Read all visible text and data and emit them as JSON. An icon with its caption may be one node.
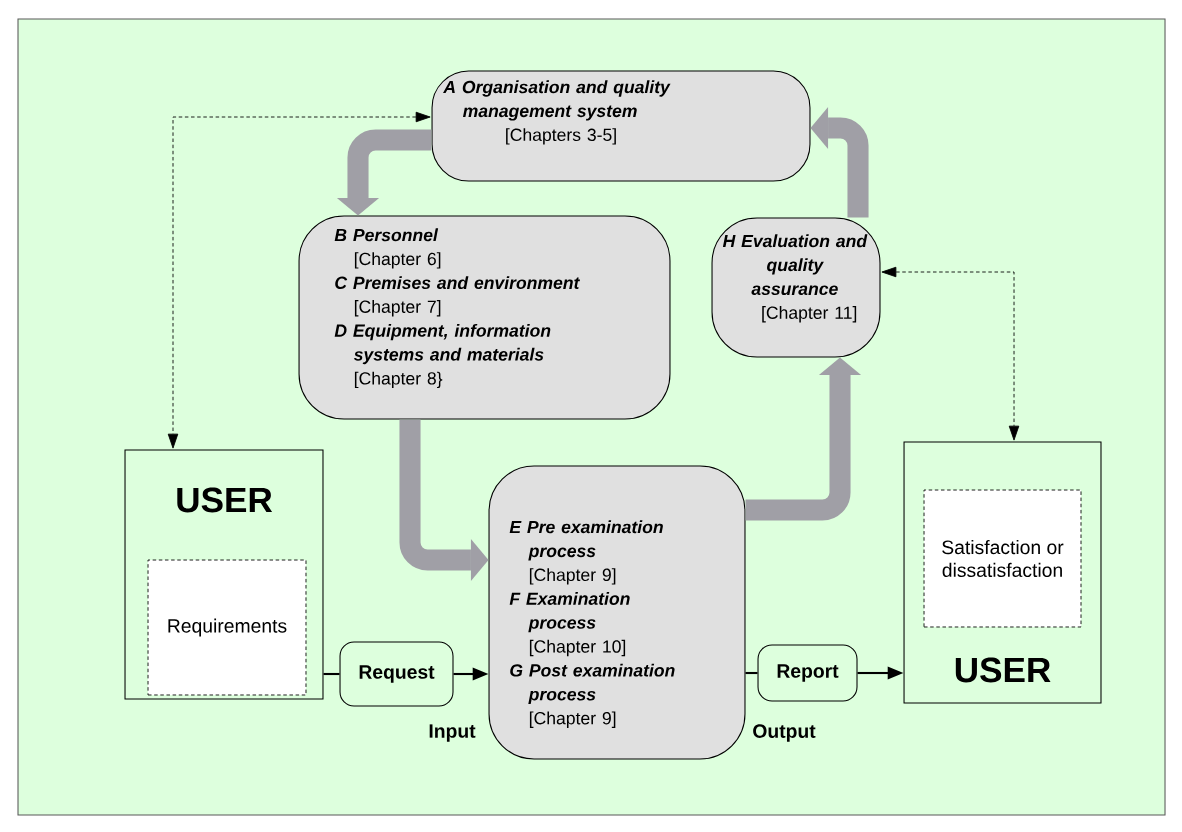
{
  "diagram": {
    "nodes": [
      {
        "text": [
          "A Organisation and quality management system",
          "[Chapters 3-5]"
        ]
      },
      {
        "text": [
          "B Personnel",
          "[Chapter 6]",
          "C Premises and environment",
          "[Chapter 7]",
          "D Equipment, information systems and materials",
          "[Chapter 8}"
        ]
      },
      {
        "text": [
          "H Evaluation and quality assurance",
          "[Chapter 11]"
        ]
      },
      {
        "text": [
          "USER"
        ]
      },
      {
        "text": [
          "Requirements"
        ],
        "in": 3
      },
      {
        "text": [
          "Request"
        ]
      },
      {
        "text": [
          "E Pre examination process",
          "[Chapter 9]",
          "F Examination process",
          "[Chapter 10]",
          "G Post examination process",
          "[Chapter 9]"
        ]
      },
      {
        "text": [
          "Report"
        ]
      },
      {
        "text": [
          "USER"
        ]
      },
      {
        "text": [
          "Satisfaction or dissatisfaction"
        ],
        "in": 8
      }
    ],
    "edges": [
      {
        "from": 0,
        "to": 1,
        "arrow": "to",
        "style": "thick",
        "color": "#a09fa6"
      },
      {
        "from": 1,
        "to": 6,
        "arrow": "to",
        "style": "thick",
        "color": "#a09fa6"
      },
      {
        "from": 6,
        "to": 2,
        "arrow": "to",
        "style": "thick",
        "color": "#a09fa6"
      },
      {
        "from": 2,
        "to": 0,
        "arrow": "to",
        "style": "thick",
        "color": "#a09fa6"
      },
      {
        "from": 0,
        "to": 3,
        "arrow": "both",
        "style": "dashed"
      },
      {
        "from": 2,
        "to": 8,
        "arrow": "both",
        "style": "dashed"
      },
      {
        "from": 3,
        "to": 5,
        "arrow": "none"
      },
      {
        "from": 5,
        "to": 6,
        "arrow": "to"
      },
      {
        "from": 6,
        "to": 7,
        "arrow": "none"
      },
      {
        "from": 7,
        "to": 8,
        "arrow": "to"
      }
    ],
    "labels": [
      "Input",
      "Output"
    ]
  }
}
